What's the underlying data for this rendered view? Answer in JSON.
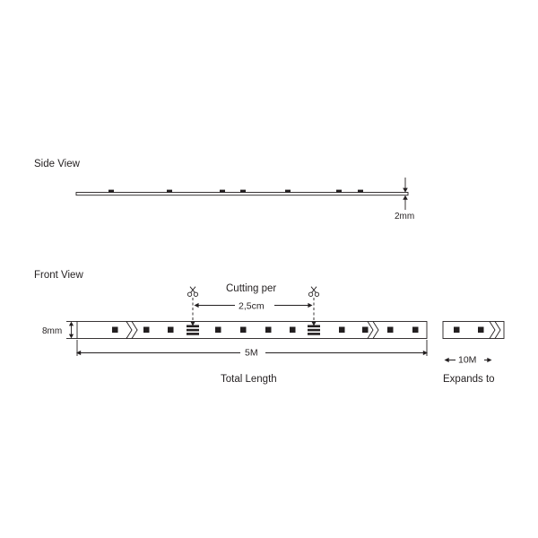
{
  "diagram": {
    "title_side": "Side View",
    "title_front": "Front View",
    "labels": {
      "thickness": "2mm",
      "width": "8mm",
      "cutting_per_title": "Cutting per",
      "cutting_per_value": "2,5cm",
      "total_length_value": "5M",
      "total_length_caption": "Total Length",
      "expands_value": "10M",
      "expands_caption": "Expands to"
    },
    "colors": {
      "line": "#231f20",
      "background": "#ffffff"
    },
    "icons": {
      "scissors_left": "scissors-icon",
      "scissors_right": "scissors-icon"
    }
  }
}
